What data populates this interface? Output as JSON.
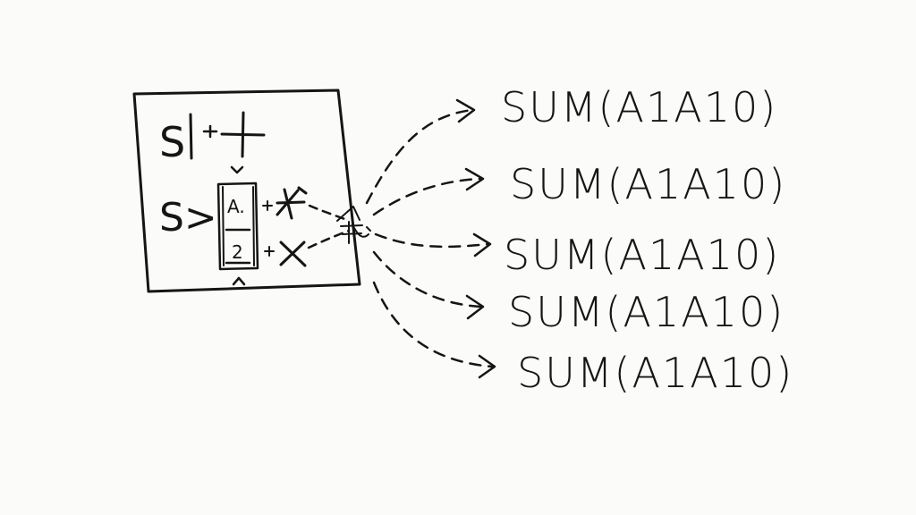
{
  "box": {
    "row1": {
      "prefix": "S",
      "operator": "+"
    },
    "row2": {
      "prefix": "S>",
      "stack_top": "A.",
      "stack_bottom": "2",
      "small_plus": "+",
      "top_mark": "✱",
      "bottom_mark": "×",
      "caret_down": "ˇ",
      "caret_up": "ˆ"
    }
  },
  "formulas": [
    "SUM(A1A10)",
    "SUM(A1A10)",
    "SUM(A1A10)",
    "SUM(A1A10)",
    "SUM(A1A10)"
  ],
  "colors": {
    "ink": "#151515",
    "paper": "#fbfbfa"
  }
}
